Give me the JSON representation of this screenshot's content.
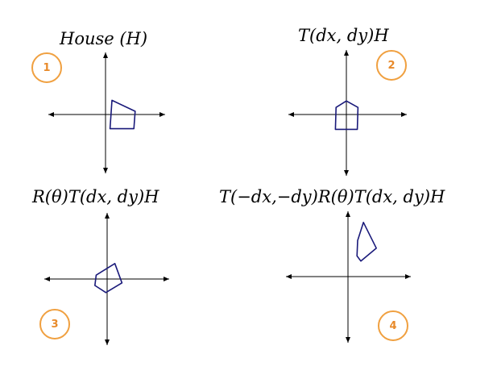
{
  "panels": [
    {
      "id": "1",
      "title": "House (H)",
      "shape": [
        [
          0.5,
          1.1
        ],
        [
          2.3,
          0.25
        ],
        [
          2.2,
          -1.1
        ],
        [
          0.35,
          -1.1
        ]
      ]
    },
    {
      "id": "2",
      "title": "T(dx, dy)H",
      "shape": [
        [
          0.0,
          1.05
        ],
        [
          0.9,
          0.55
        ],
        [
          0.85,
          -1.15
        ],
        [
          -0.85,
          -1.15
        ],
        [
          -0.8,
          0.55
        ]
      ]
    },
    {
      "id": "3",
      "title": "R(θ)T(dx, dy)H",
      "shape": [
        [
          0.6,
          1.2
        ],
        [
          1.15,
          -0.3
        ],
        [
          -0.1,
          -1.05
        ],
        [
          -0.95,
          -0.5
        ],
        [
          -0.85,
          0.3
        ]
      ]
    },
    {
      "id": "4",
      "title": "T(−dx,−dy)R(θ)T(dx, dy)H",
      "shape": [
        [
          1.2,
          4.2
        ],
        [
          2.2,
          2.2
        ],
        [
          1.0,
          1.2
        ],
        [
          0.7,
          1.6
        ],
        [
          0.75,
          2.8
        ]
      ]
    }
  ],
  "colors": {
    "shape": "#1a1a7a",
    "axis": "#000000",
    "badge_border": "#f0a040",
    "badge_text": "#e88a2a"
  }
}
